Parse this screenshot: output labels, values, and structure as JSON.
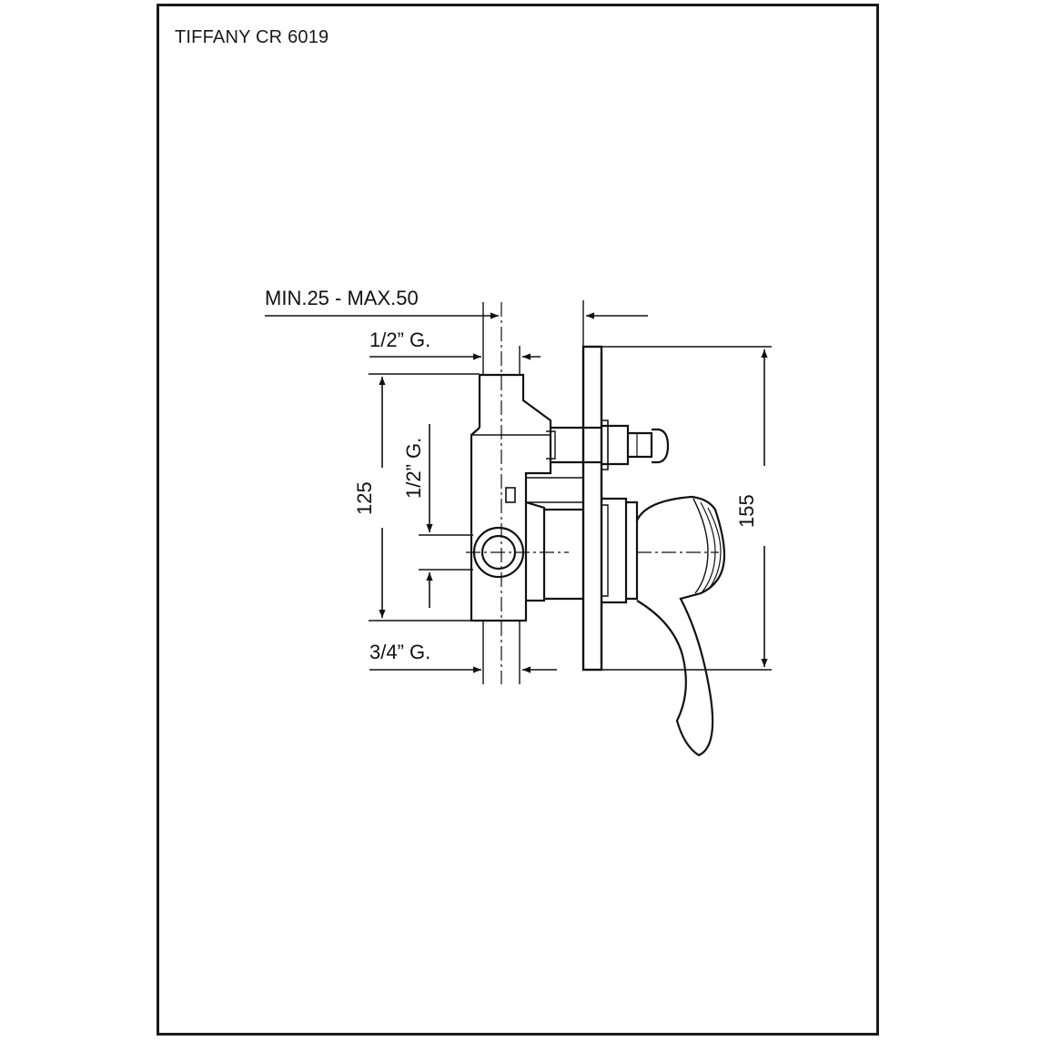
{
  "drawing": {
    "title": "TIFFANY CR 6019",
    "labels": {
      "wall_thickness": "MIN.25 - MAX.50",
      "top_outlet": "1/2” G.",
      "side_outlet": "1/2” G.",
      "bottom_inlet": "3/4” G.",
      "body_height": "125",
      "plate_height": "155"
    }
  }
}
